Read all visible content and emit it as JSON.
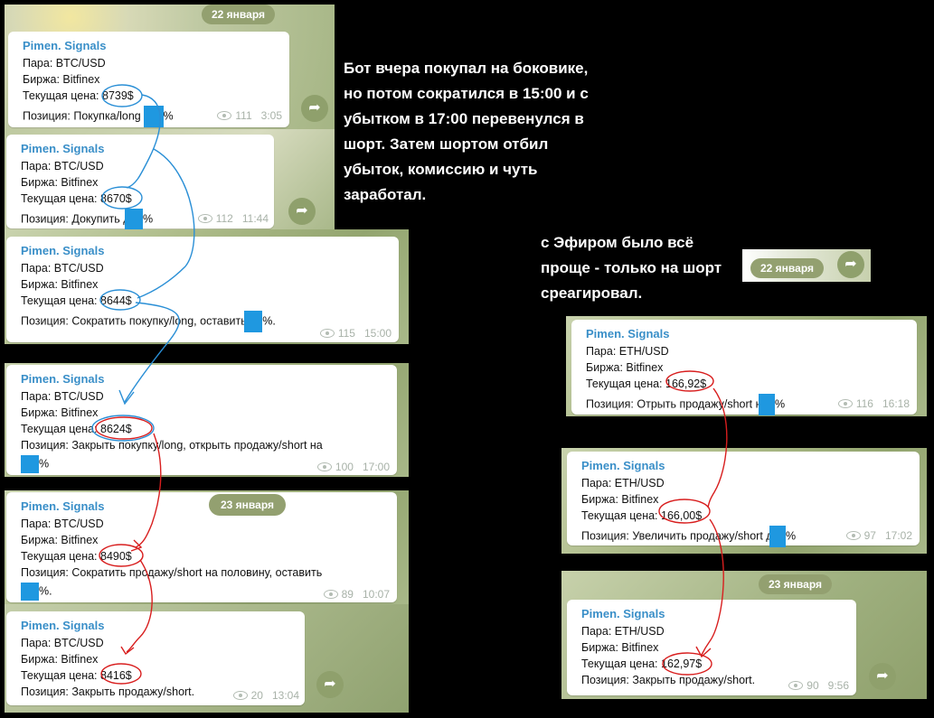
{
  "common": {
    "sender": "Pimen. Signals",
    "pair_prefix": "Пара: ",
    "exchange_prefix": "Биржа: ",
    "price_prefix": "Текущая цена: ",
    "position_prefix": "Позиция: "
  },
  "dates": {
    "jan22": "22 января",
    "jan23": "23 января"
  },
  "btc_messages": [
    {
      "pair": "BTC/USD",
      "exchange": "Bitfinex",
      "price": "8739$",
      "pos_a": "Покупка/long на ",
      "pos_b": "%",
      "views": "111",
      "time": "3:05"
    },
    {
      "pair": "BTC/USD",
      "exchange": "Bitfinex",
      "price": "8670$",
      "pos_a": "Докупить до ",
      "pos_b": "%",
      "views": "112",
      "time": "11:44"
    },
    {
      "pair": "BTC/USD",
      "exchange": "Bitfinex",
      "price": "8644$",
      "pos_a": "Сократить покупку/long,  оставить ",
      "pos_b": "%.",
      "views": "115",
      "time": "15:00"
    },
    {
      "pair": "BTC/USD",
      "exchange": "Bitfinex",
      "price": "8624$",
      "pos_a": "Закрыть  покупку/long, открыть продажу/short на",
      "pos_b": "%",
      "views": "100",
      "time": "17:00"
    },
    {
      "pair": "BTC/USD",
      "exchange": "Bitfinex",
      "price": "8490$",
      "pos_a": "Сократить продажу/short на половину,  оставить",
      "pos_b": "%.",
      "views": "89",
      "time": "10:07"
    },
    {
      "pair": "BTC/USD",
      "exchange": "Bitfinex",
      "price": "8416$",
      "pos_a": "Закрыть  продажу/short.",
      "pos_b": "",
      "views": "20",
      "time": "13:04"
    }
  ],
  "eth_messages": [
    {
      "pair": "ETH/USD",
      "exchange": "Bitfinex",
      "price": "166,92$",
      "pos_a": "Отрыть продажу/short на ",
      "pos_b": "%",
      "views": "116",
      "time": "16:18"
    },
    {
      "pair": "ETH/USD",
      "exchange": "Bitfinex",
      "price": "166,00$",
      "pos_a": "Увеличить  продажу/short до ",
      "pos_b": "%",
      "views": "97",
      "time": "17:02"
    },
    {
      "pair": "ETH/USD",
      "exchange": "Bitfinex",
      "price": "162,97$",
      "pos_a": "Закрыть  продажу/short.",
      "pos_b": "",
      "views": "90",
      "time": "9:56"
    }
  ],
  "notes": {
    "btc": [
      "Бот вчера покупал на боковике,",
      "но потом сократился в 15:00 и с",
      "убытком в 17:00 перевенулся в",
      "шорт. Затем шортом отбил",
      "убыток, комиссию и чуть",
      "заработал."
    ],
    "eth": [
      "с Эфиром было всё",
      "проще - только на шорт",
      "среагировал."
    ]
  },
  "icons": {
    "share": "share-arrow-icon",
    "views": "eye-icon"
  },
  "colors": {
    "sender": "#3a8fc8",
    "redact": "#1f98e0",
    "blue_annotation": "#2a8fd6",
    "red_annotation": "#d81e1e",
    "date_pill": "#93a070"
  }
}
